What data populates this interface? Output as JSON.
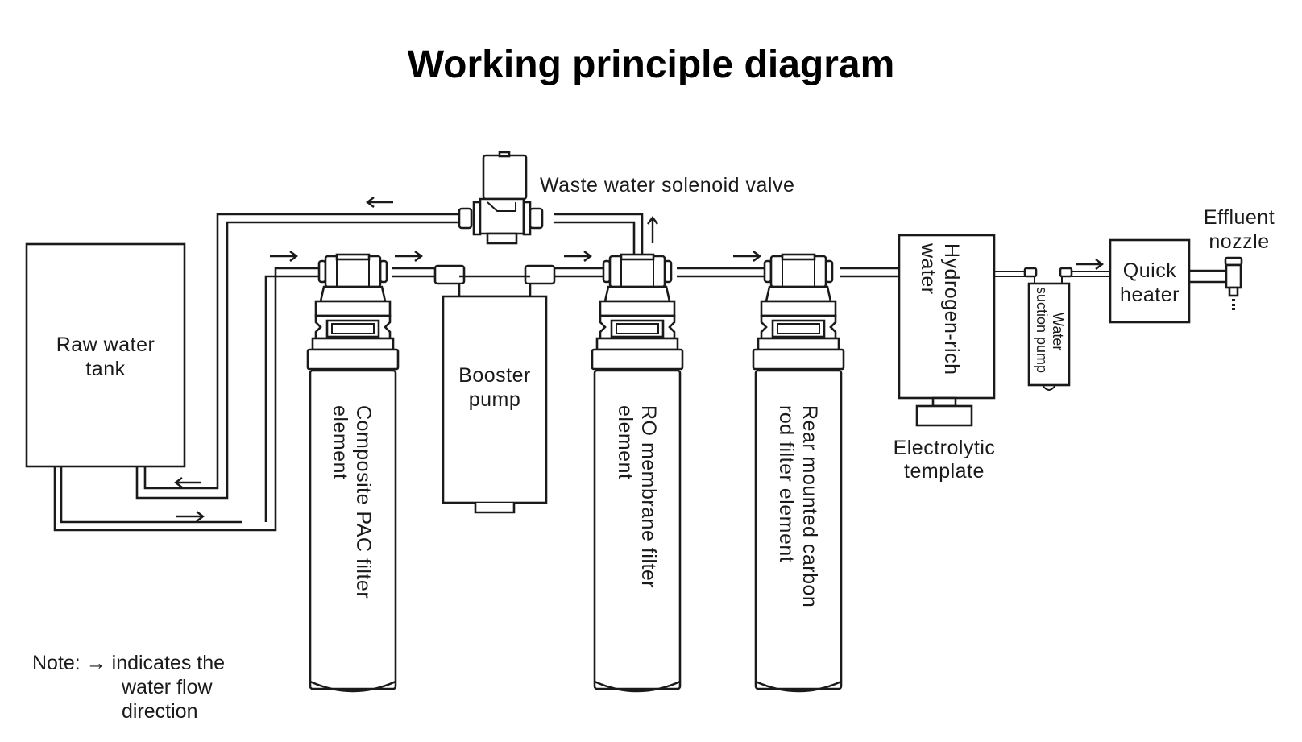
{
  "title": "Working principle diagram",
  "components": {
    "raw_water_tank": [
      "Raw water",
      "tank"
    ],
    "waste_valve": "Waste water solenoid valve",
    "pac_filter": [
      "Composite PAC filter",
      "element"
    ],
    "booster_pump": [
      "Booster",
      "pump"
    ],
    "ro_filter": [
      "RO membrane filter",
      "element"
    ],
    "carbon_filter": [
      "Rear mounted carbon",
      "rod filter element"
    ],
    "hydrogen_water": [
      "Hydrogen-rich",
      "water"
    ],
    "electrolytic": [
      "Electrolytic",
      "template"
    ],
    "suction_pump": [
      "Water",
      "suction pump"
    ],
    "quick_heater": [
      "Quick",
      "heater"
    ],
    "effluent_nozzle": [
      "Effluent",
      "nozzle"
    ]
  },
  "note": {
    "prefix": "Note: → indicates the",
    "line2": "water flow",
    "line3": "direction"
  },
  "flow_sequence": [
    "Raw water tank",
    "Composite PAC filter element",
    "Booster pump",
    "RO membrane filter element",
    "Rear mounted carbon rod filter element",
    "Hydrogen-rich water",
    "Water suction pump",
    "Quick heater",
    "Effluent nozzle"
  ],
  "waste_flow": [
    "RO membrane filter element",
    "Waste water solenoid valve",
    "Raw water tank"
  ]
}
